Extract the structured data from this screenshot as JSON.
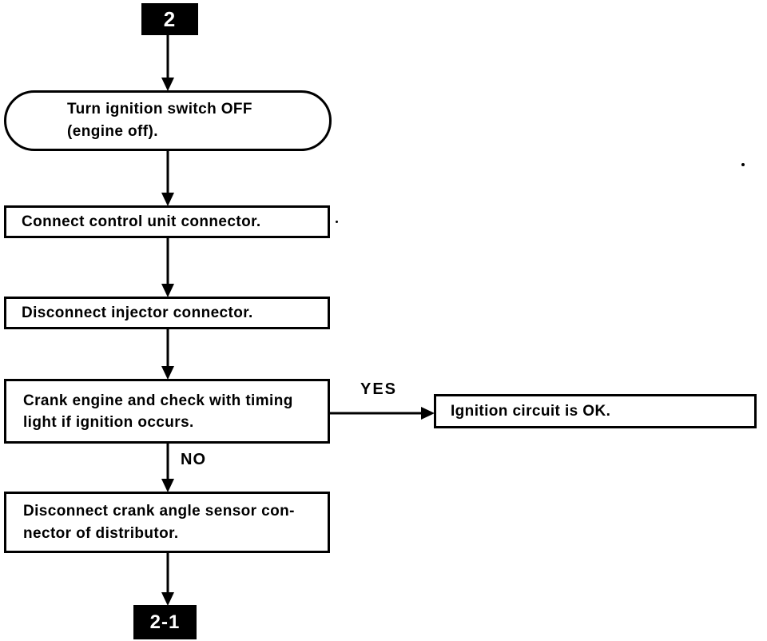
{
  "diagram": {
    "type": "flowchart",
    "nodes": {
      "start": {
        "label": "2"
      },
      "turn_ignition_off": {
        "line1": "Turn ignition switch OFF",
        "line2": "(engine off)."
      },
      "connect_control_unit": {
        "label": "Connect control unit connector."
      },
      "disconnect_injector": {
        "label": "Disconnect injector connector."
      },
      "crank_engine": {
        "line1": "Crank engine and check with timing",
        "line2": "light if ignition occurs."
      },
      "ignition_ok": {
        "label": "Ignition circuit is OK."
      },
      "disconnect_crank_sensor": {
        "line1": "Disconnect crank angle sensor con-",
        "line2": "nector of distributor."
      },
      "end": {
        "label": "2-1"
      }
    },
    "edge_labels": {
      "yes": "YES",
      "no": "NO"
    },
    "colors": {
      "ink": "#000000",
      "paper": "#ffffff",
      "terminal_fill": "#000000",
      "terminal_text": "#ffffff"
    }
  }
}
